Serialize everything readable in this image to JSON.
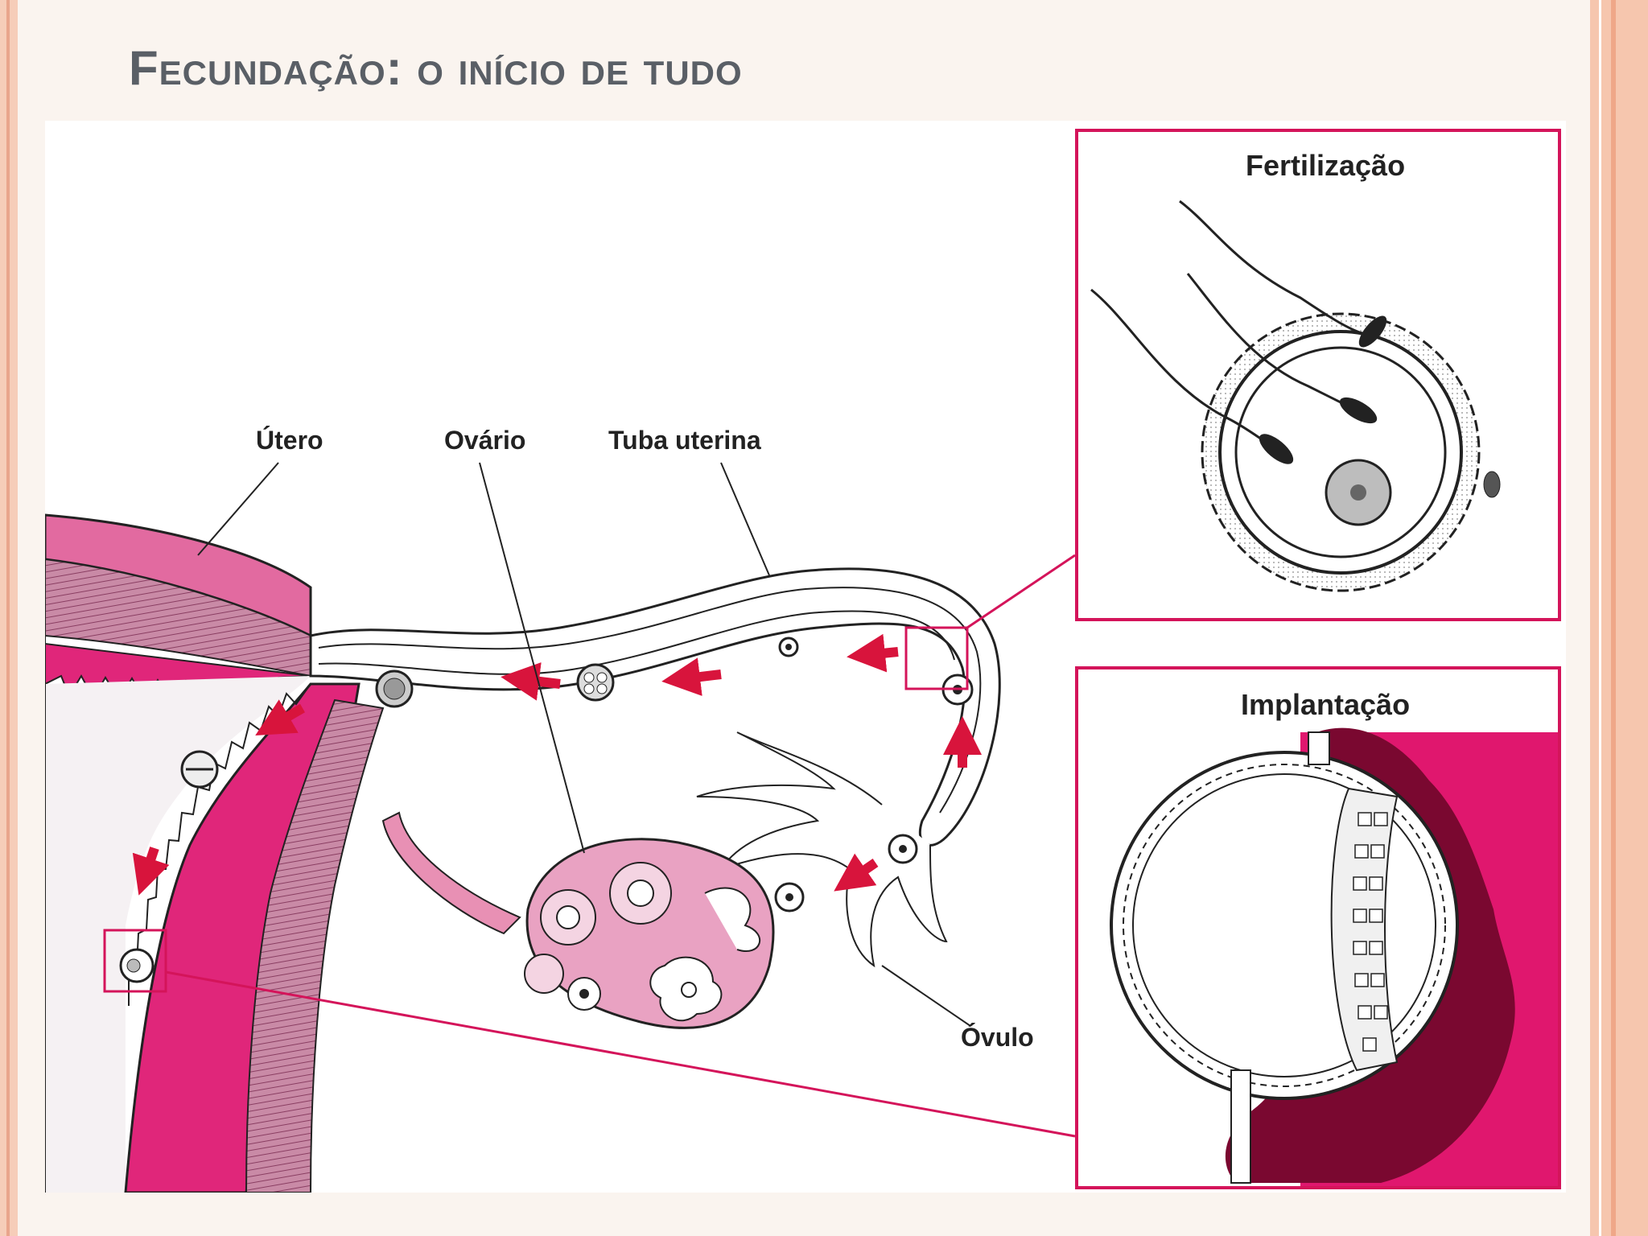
{
  "slide": {
    "title": "Fecundação: o início de tudo"
  },
  "diagram": {
    "labels": {
      "utero": "Útero",
      "ovario": "Ovário",
      "tuba": "Tuba uterina",
      "ovulo": "Óvulo",
      "fertilizacao": "Fertilização",
      "implantacao": "Implantação"
    }
  },
  "colors": {
    "accent": "#d4145a",
    "uterus_fill": "#c87a9c",
    "tissue_dark": "#7a0830",
    "arrow": "#d8143c"
  }
}
